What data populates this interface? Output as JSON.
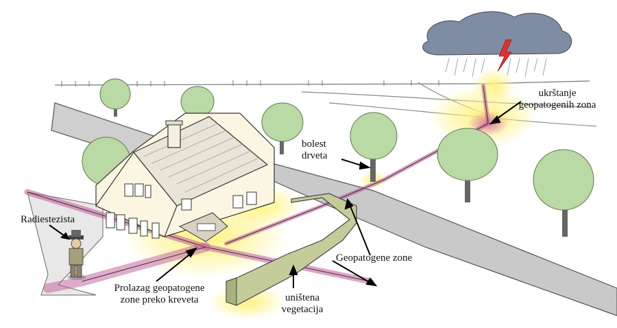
{
  "labels": {
    "radiestezista": "Radiestezista",
    "prolazag_line1": "Prolazag geopatogene",
    "prolazag_line2": "zone preko kreveta",
    "unistena_line1": "uništena",
    "unistena_line2": "vegetacija",
    "geopatogene_zone": "Geopatogene zone",
    "bolest_line1": "bolest",
    "bolest_line2": "drveta",
    "ukrstanje_line1": "ukrštanje",
    "ukrstanje_line2": "geopatogenih zona"
  },
  "colors": {
    "glow": "#fff27a",
    "zone_band": "#c25a9a",
    "road": "#c9c9c9",
    "tree": "#b9d9a5",
    "roof": "#e9e4d8",
    "wall": "#fbf6e2",
    "cloud": "#7f8da4",
    "lightning": "#e23030"
  },
  "icons": [
    "lightning-icon",
    "person-icon",
    "chimney-icon"
  ]
}
